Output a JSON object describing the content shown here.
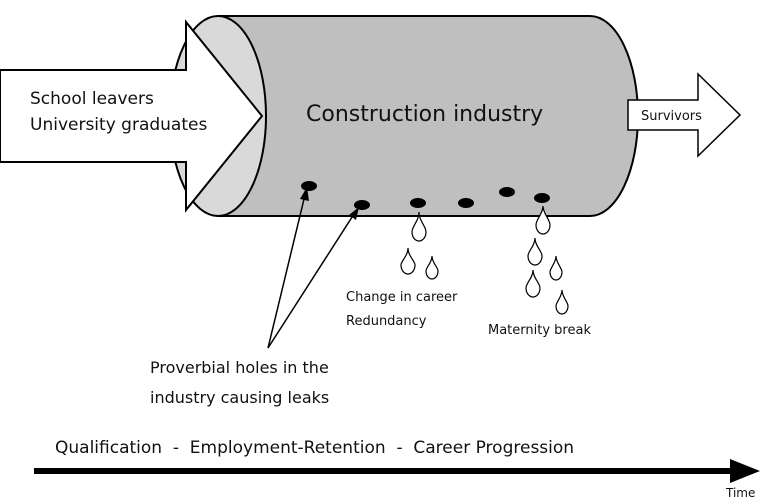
{
  "pipe": {
    "title": "Construction industry"
  },
  "inflow": {
    "line1": "School leavers",
    "line2": "University graduates"
  },
  "outflow": {
    "label": "Survivors"
  },
  "leaks": {
    "change_in_career": "Change in career",
    "redundancy": "Redundancy",
    "maternity_break": "Maternity break"
  },
  "holes_note": {
    "line1": "Proverbial holes in the",
    "line2": "industry causing leaks"
  },
  "timeline": {
    "stages": "Qualification  -  Employment-Retention  -  Career Progression",
    "axis_label": "Time"
  },
  "colors": {
    "pipe_body": "#bfbfbf",
    "pipe_end": "#d9d9d9",
    "outline": "#000000",
    "arrow_fill": "#ffffff"
  }
}
